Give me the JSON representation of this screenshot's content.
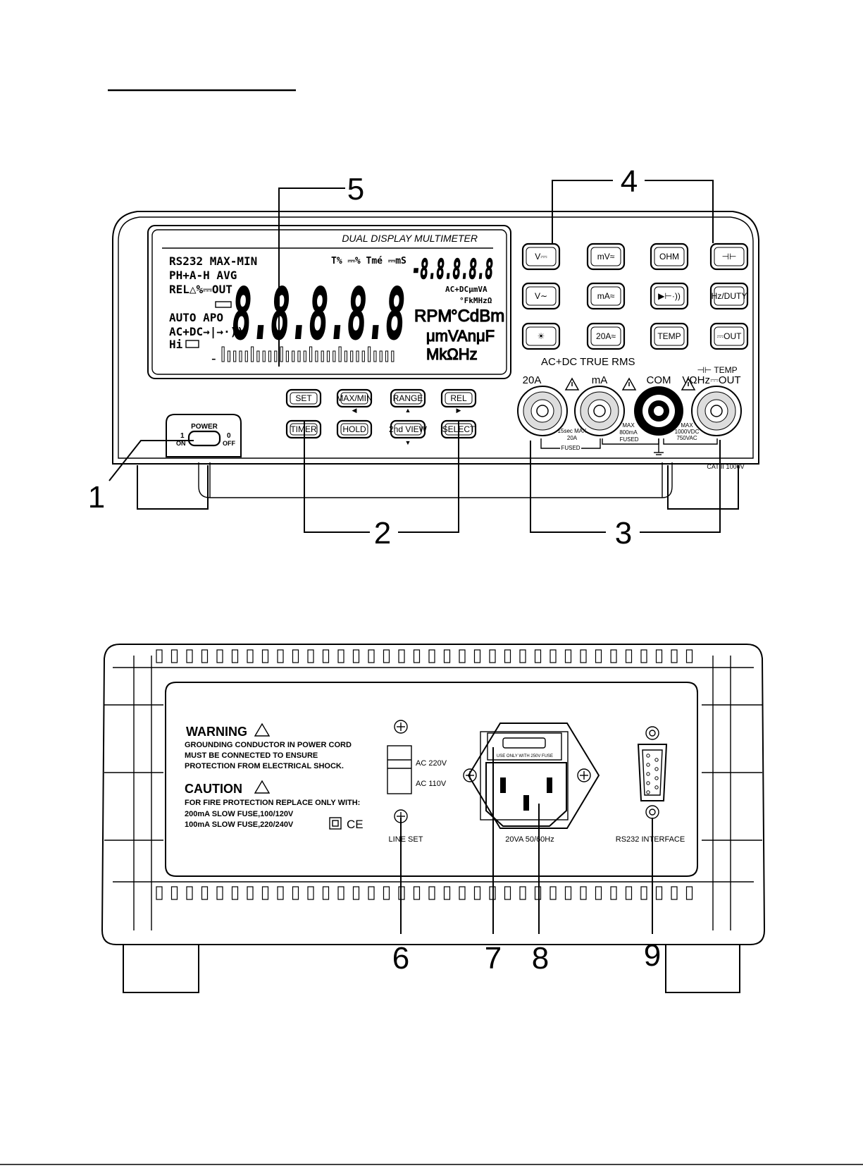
{
  "callouts": [
    "1",
    "2",
    "3",
    "4",
    "5",
    "6",
    "7",
    "8",
    "9"
  ],
  "front": {
    "lcd": {
      "title": "DUAL DISPLAY MULTIMETER",
      "left_indicators": [
        "RS232 MAX-MIN",
        "PH+A-H AVG",
        "REL△%⎓OUT",
        "AUTO APO",
        "AC+DC→|→·))",
        "Hi"
      ],
      "top_indicators": "T% ⎓% Tmé ⎓mS",
      "main_digits": "8.8.8.8.8",
      "sub_digits": "-8.8.8.8.8",
      "sub_units_1": "AC+DCμmVA",
      "sub_units_2": "°FkMHzΩ",
      "unit_rpm": "RPM",
      "unit_cdbm": "°CdBm",
      "unit_umva": "μmVAnμF",
      "unit_mkohz": "MkΩHz",
      "bar_minus": "-"
    },
    "function_buttons": [
      {
        "label": "V⎓"
      },
      {
        "label": "mV≈"
      },
      {
        "label": "OHM"
      },
      {
        "label": "⊣⊢"
      },
      {
        "label": "V∼"
      },
      {
        "label": "mA≈"
      },
      {
        "label": "▶⊢·))"
      },
      {
        "label": "Hz/DUTY"
      },
      {
        "label": "☀"
      },
      {
        "label": "20A≈"
      },
      {
        "label": "TEMP"
      },
      {
        "label": "⎓OUT"
      }
    ],
    "true_rms_label": "AC+DC TRUE RMS",
    "control_buttons": [
      {
        "label": "SET",
        "arrow": ""
      },
      {
        "label": "MAX/MIN",
        "arrow": "◀"
      },
      {
        "label": "RANGE",
        "arrow": "▲"
      },
      {
        "label": "REL",
        "arrow": "▶"
      },
      {
        "label": "TIMER",
        "arrow": ""
      },
      {
        "label": "HOLD",
        "arrow": ""
      },
      {
        "label": "2nd VIEW",
        "arrow": "▼"
      },
      {
        "label": "SELECT",
        "arrow": ""
      }
    ],
    "power": {
      "label": "POWER",
      "on": "ON",
      "off": "OFF",
      "on_num": "1",
      "off_num": "0"
    },
    "terminals": {
      "labels": [
        "20A",
        "mA",
        "COM",
        "VΩHz⎓OUT"
      ],
      "temp_label": "⊣⊢ TEMP",
      "ratings_20a": [
        "15sec MAX",
        "20A"
      ],
      "ratings_ma": [
        "MAX",
        "800mA"
      ],
      "ratings_v": [
        "MAX",
        "1000VDC",
        "750VAC"
      ],
      "fused": "FUSED",
      "cat": "CAT II  1000V"
    }
  },
  "back": {
    "warning_title": "WARNING",
    "warning_lines": [
      "GROUNDING CONDUCTOR IN POWER CORD",
      "MUST BE CONNECTED TO ENSURE",
      "PROTECTION FROM ELECTRICAL SHOCK."
    ],
    "caution_title": "CAUTION",
    "caution_lines": [
      "FOR FIRE PROTECTION REPLACE ONLY WITH:",
      "200mA SLOW FUSE,100/120V",
      "100mA SLOW FUSE,220/240V"
    ],
    "ac_220": "AC 220V",
    "ac_110": "AC 110V",
    "line_set": "LINE SET",
    "fuse_note": "USE ONLY WITH 250V FUSE",
    "power_rating": "20VA 50/60Hz",
    "rs232": "RS232 INTERFACE",
    "ce_mark": "CE"
  }
}
